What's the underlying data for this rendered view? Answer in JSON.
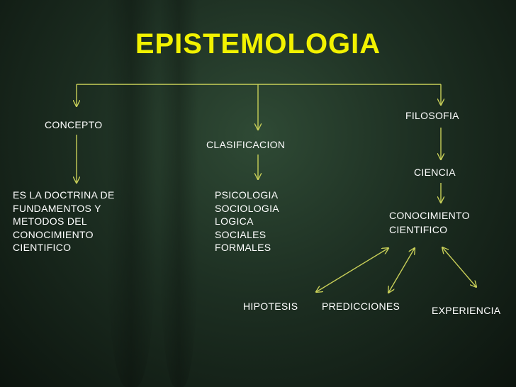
{
  "slide": {
    "title": "EPISTEMOLOGIA",
    "branches": {
      "concepto": {
        "label": "CONCEPTO",
        "definition": [
          "ES LA DOCTRINA DE",
          "FUNDAMENTOS  Y",
          "METODOS DEL",
          "CONOCIMIENTO",
          "CIENTIFICO"
        ]
      },
      "clasificacion": {
        "label": "CLASIFICACION",
        "items": [
          "PSICOLOGIA",
          "SOCIOLOGIA",
          "LOGICA",
          "SOCIALES",
          "FORMALES"
        ]
      },
      "filosofia": {
        "label": "FILOSOFIA",
        "ciencia": "CIENCIA",
        "conocimiento": [
          "CONOCIMIENTO",
          "CIENTIFICO"
        ],
        "outcomes": {
          "hipotesis": "HIPOTESIS",
          "predicciones": "PREDICCIONES",
          "experiencia": "EXPERIENCIA"
        }
      }
    }
  },
  "colors": {
    "title": "#f2f200",
    "connector": "#c8cf58",
    "text": "#ffffff",
    "background": "#1d2f22"
  }
}
